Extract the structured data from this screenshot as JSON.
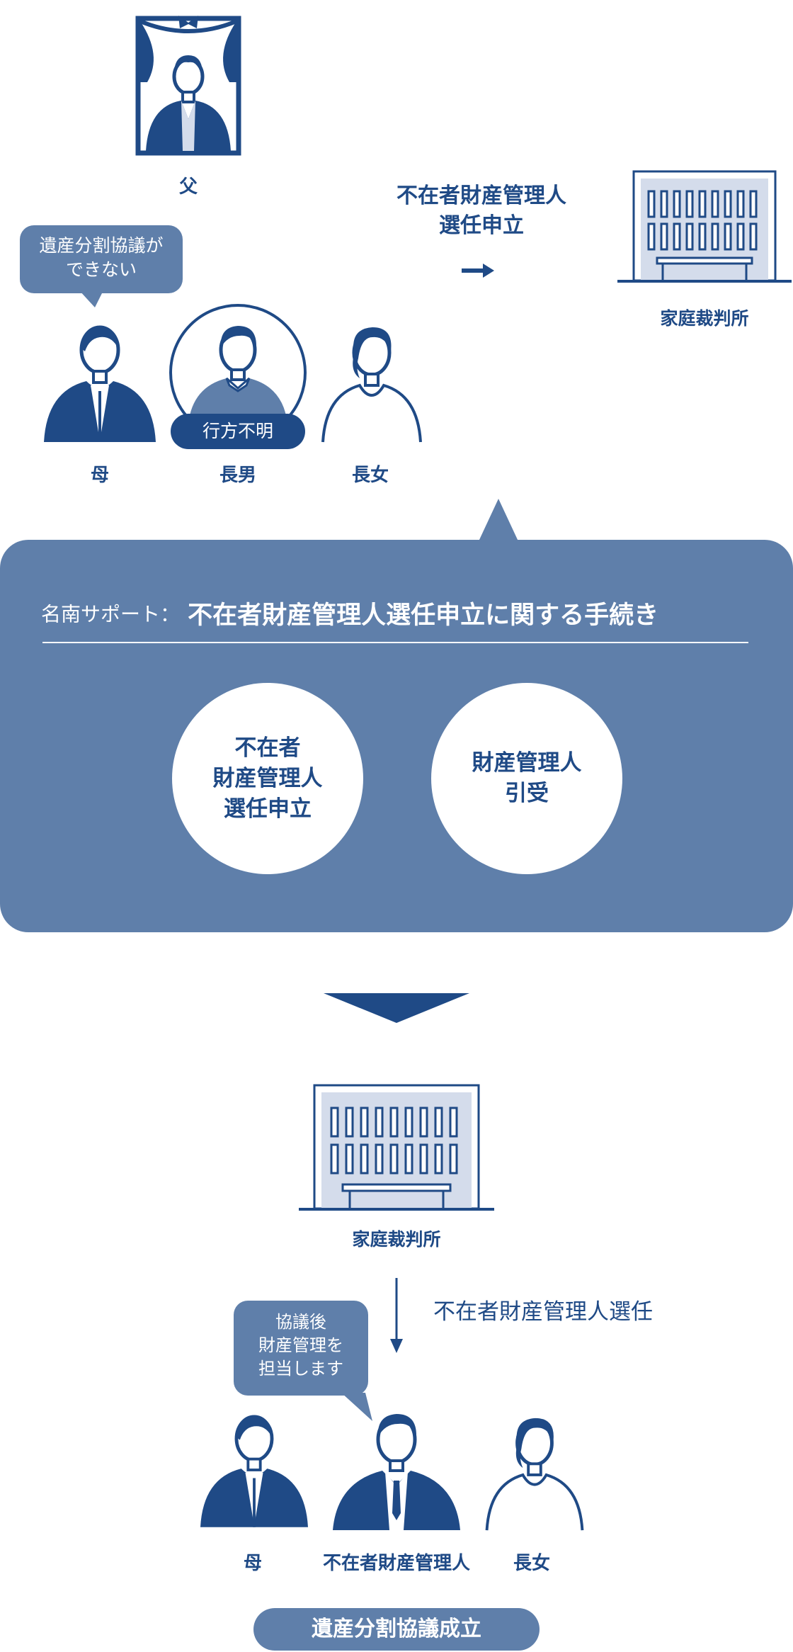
{
  "top": {
    "father_label": "父",
    "application_caption_line1": "不在者財産管理人",
    "application_caption_line2": "選任申立",
    "court_label": "家庭裁判所",
    "bubble_line1": "遺産分割協議が",
    "bubble_line2": "できない",
    "missing_badge": "行方不明",
    "people": [
      "母",
      "長男",
      "長女"
    ]
  },
  "panel": {
    "prefix": "名南サポート：",
    "title": "不在者財産管理人選任申立に関する手続き",
    "circle1_line1": "不在者",
    "circle1_line2": "財産管理人",
    "circle1_line3": "選任申立",
    "circle2_line1": "財産管理人",
    "circle2_line2": "引受"
  },
  "bottom": {
    "court_label": "家庭裁判所",
    "appointment_text": "不在者財産管理人選任",
    "bubble_line1": "協議後",
    "bubble_line2": "財産管理を",
    "bubble_line3": "担当します",
    "people": [
      "母",
      "不在者財産管理人",
      "長女"
    ],
    "result_badge": "遺産分割協議成立"
  },
  "colors": {
    "navy": "#1f4a86",
    "panel_blue": "#5f7faa",
    "court_fill": "#d4dceb"
  }
}
